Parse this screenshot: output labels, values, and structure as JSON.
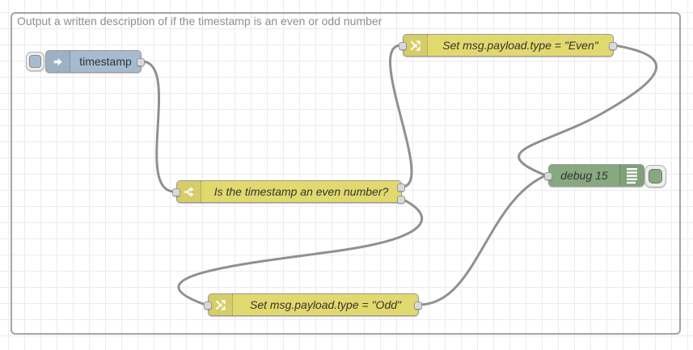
{
  "group": {
    "label": "Output a written description of if the timestamp is an even or odd number"
  },
  "nodes": {
    "inject": {
      "type": "inject",
      "label": "timestamp"
    },
    "switch": {
      "type": "switch",
      "label": "Is the timestamp an even number?"
    },
    "change_even": {
      "type": "change",
      "label": "Set msg.payload.type = \"Even\""
    },
    "change_odd": {
      "type": "change",
      "label": "Set msg.payload.type = \"Odd\""
    },
    "debug": {
      "type": "debug",
      "label": "debug 15"
    }
  },
  "icons": {
    "inject": "inject-arrow-icon",
    "switch": "switch-fork-icon",
    "change": "change-shuffle-icon",
    "debug": "debug-lines-icon"
  },
  "colors": {
    "inject_node": "#a6bbcf",
    "function_node": "#e2d96e",
    "debug_node": "#87a980",
    "wire": "#909090",
    "node_border": "#999999",
    "port_fill": "#d9d9d9",
    "group_border": "#a4a4a4",
    "group_label": "#8f8f8f",
    "grid_line": "#ececec",
    "canvas_bg": "#ffffff",
    "label_text": "#333333",
    "button_face": "#eeeeee"
  }
}
